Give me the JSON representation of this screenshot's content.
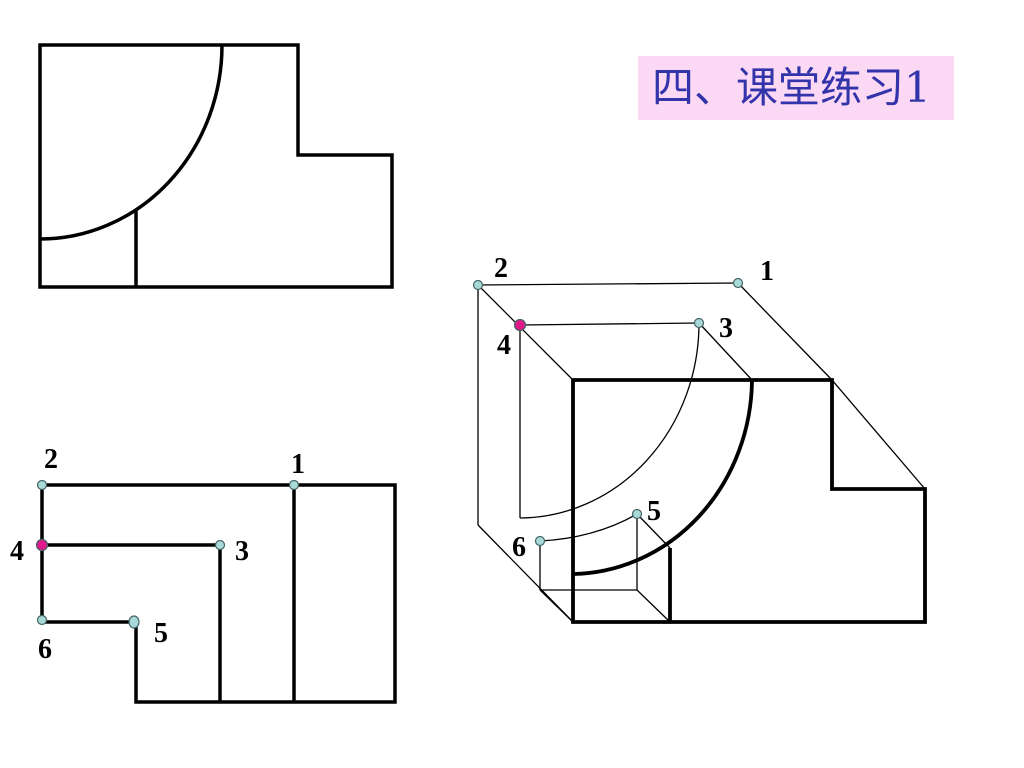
{
  "title": "四、课堂练习1",
  "colors": {
    "title_bg": "#fbd9f5",
    "title_text": "#3333aa",
    "point_normal": "#a8d8d8",
    "point_highlight": "#e0188c"
  },
  "top_view": {
    "labels": [
      "2",
      "1",
      "4",
      "3",
      "6",
      "5"
    ]
  },
  "isometric_view": {
    "labels": [
      "2",
      "1",
      "4",
      "3",
      "5",
      "6"
    ]
  }
}
